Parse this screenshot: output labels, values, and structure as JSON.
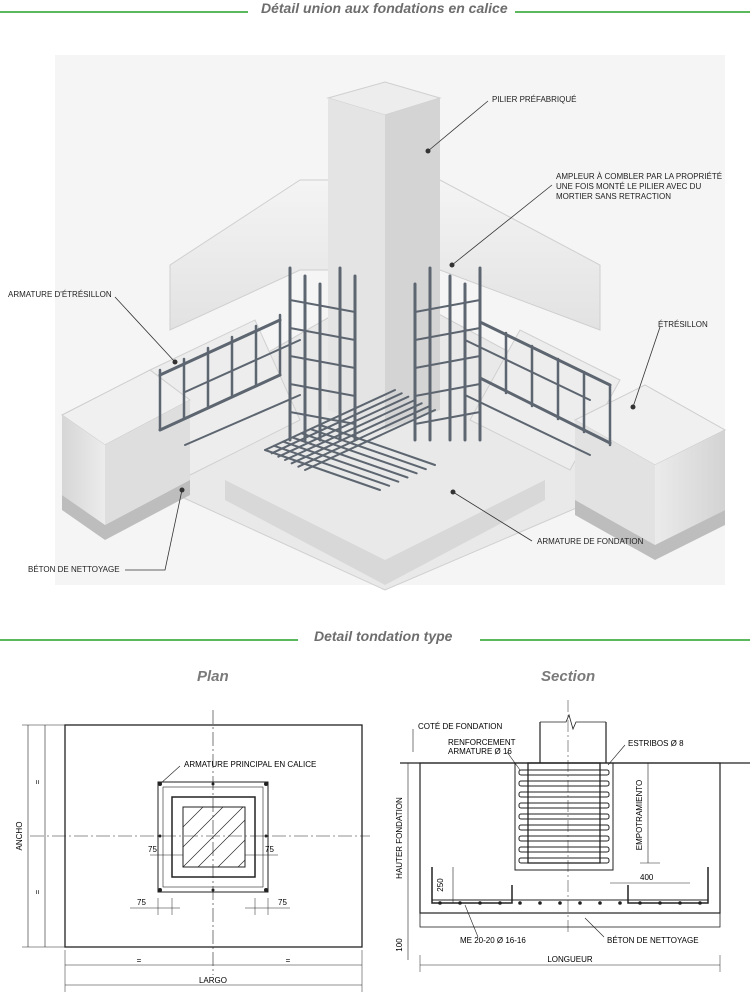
{
  "header1": {
    "title": "Détail union aux fondations en calice"
  },
  "iso": {
    "labels": {
      "pilier": "PILIER PRÉFABRIQUÉ",
      "ampleur": [
        "AMPLEUR À COMBLER PAR LA PROPRIÉTÉ",
        "UNE FOIS MONTÉ LE PILIER AVEC DU",
        "MORTIER SANS RETRACTION"
      ],
      "armature_etresillon": "ARMATURE D'ÉTRÉSILLON",
      "etresillon": "ÉTRÉSILLON",
      "armature_fondation": "ARMATURE DE FONDATION",
      "beton_nettoyage": "BÉTON DE NETTOYAGE"
    }
  },
  "header2": {
    "title": "Detail tondation type"
  },
  "plan": {
    "title": "Plan",
    "armature_label": "ARMATURE PRINCIPAL EN CALICE",
    "dim_75": "75",
    "ancho": "ANCHO",
    "largo": "LARGO",
    "eq": "="
  },
  "section": {
    "title": "Section",
    "cote": "COTÉ DE FONDATION",
    "renforcement": [
      "RENFORCEMENT",
      "ARMATURE Ø 16"
    ],
    "estribos": "ESTRIBOS Ø 8",
    "empotramiento": "EMPOTRAMIENTO",
    "hauter": "HAUTER FONDATION",
    "dim_400": "400",
    "dim_250": "250",
    "dim_100": "100",
    "me": "ME 20-20 Ø 16-16",
    "beton": "BÉTON DE NETTOYAGE",
    "longueur": "LONGUEUR"
  },
  "colors": {
    "accent_rule": "#5cb85c",
    "rebar": "#5d6670",
    "concrete": "#e6e6e6"
  }
}
